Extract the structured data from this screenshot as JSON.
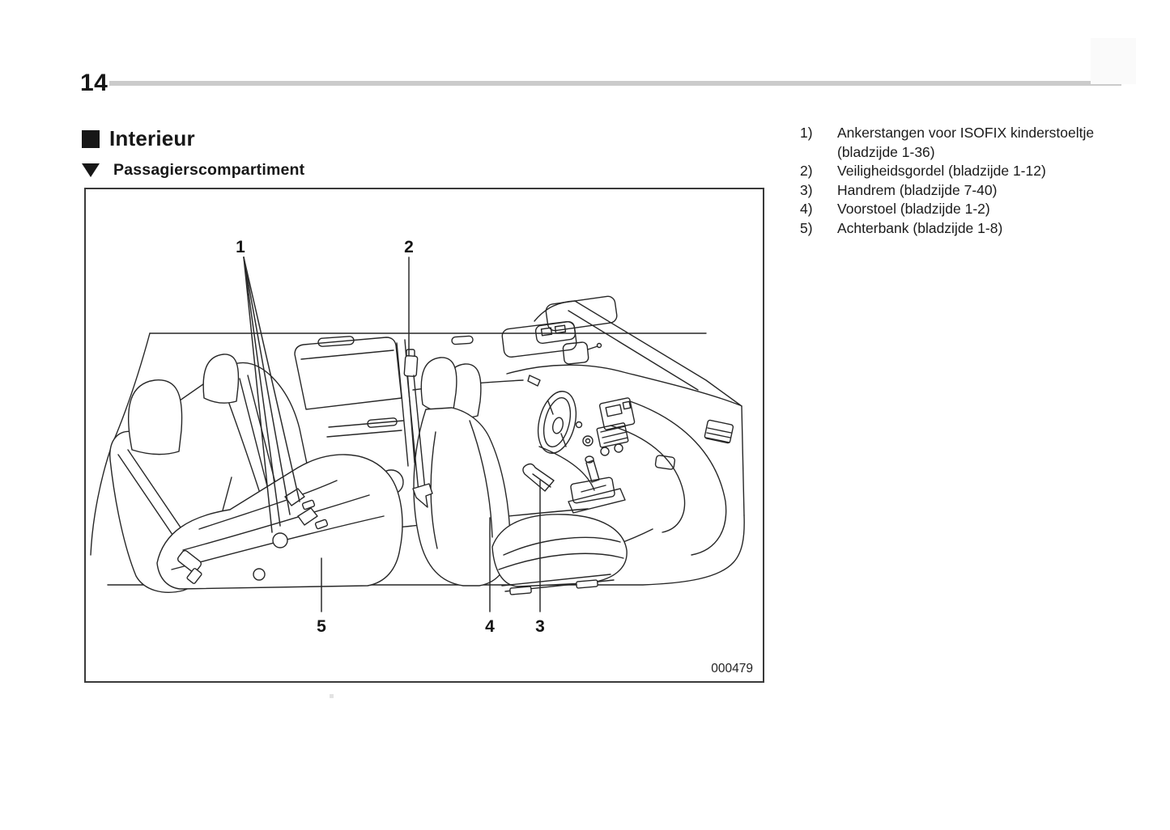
{
  "page_number": "14",
  "header": {
    "section_title": "Interieur",
    "subsection_title": "Passagierscompartiment"
  },
  "figure": {
    "image_code": "000479",
    "callouts": {
      "c1": "1",
      "c2": "2",
      "c3": "3",
      "c4": "4",
      "c5": "5"
    }
  },
  "legend": {
    "items": [
      {
        "num": "1)",
        "line1": "Ankerstangen voor ISOFIX kinderstoeltje",
        "line2": "(bladzijde 1-36)"
      },
      {
        "num": "2)",
        "line1": "Veiligheidsgordel (bladzijde 1-12)",
        "line2": ""
      },
      {
        "num": "3)",
        "line1": "Handrem (bladzijde 7-40)",
        "line2": ""
      },
      {
        "num": "4)",
        "line1": "Voorstoel (bladzijde 1-2)",
        "line2": ""
      },
      {
        "num": "5)",
        "line1": "Achterbank (bladzijde 1-8)",
        "line2": ""
      }
    ]
  },
  "colors": {
    "ink": "#272727",
    "rule_gray": "#cbcbcb"
  }
}
